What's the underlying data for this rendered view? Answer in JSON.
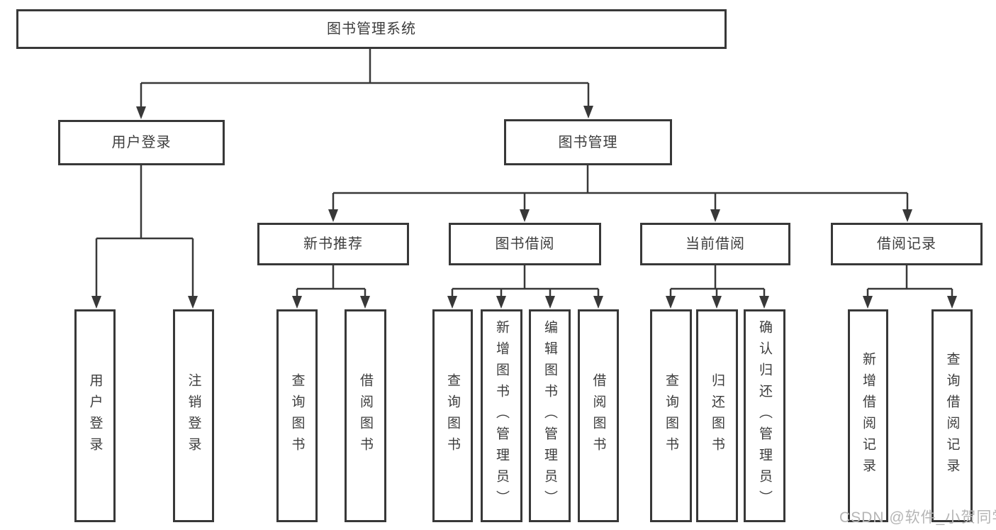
{
  "tree": {
    "root": {
      "label": "图书管理系统"
    },
    "branches": [
      {
        "label": "用户登录",
        "children": [
          {
            "label": "用户登录"
          },
          {
            "label": "注销登录"
          }
        ]
      },
      {
        "label": "图书管理",
        "sections": [
          {
            "label": "新书推荐",
            "children": [
              {
                "label": "查询图书"
              },
              {
                "label": "借阅图书"
              }
            ]
          },
          {
            "label": "图书借阅",
            "children": [
              {
                "label": "查询图书"
              },
              {
                "label": "新增图书（管理员）"
              },
              {
                "label": "编辑图书（管理员）"
              },
              {
                "label": "借阅图书"
              }
            ]
          },
          {
            "label": "当前借阅",
            "children": [
              {
                "label": "查询图书"
              },
              {
                "label": "归还图书"
              },
              {
                "label": "确认归还（管理员）"
              }
            ]
          },
          {
            "label": "借阅记录",
            "children": [
              {
                "label": "新增借阅记录"
              },
              {
                "label": "查询借阅记录"
              }
            ]
          }
        ]
      }
    ]
  },
  "watermark": "CSDN @软件_小贺同学",
  "colors": {
    "line": "#383838",
    "text": "#3d3d3d",
    "watermark": "#b5b5b5",
    "background": "#ffffff"
  }
}
